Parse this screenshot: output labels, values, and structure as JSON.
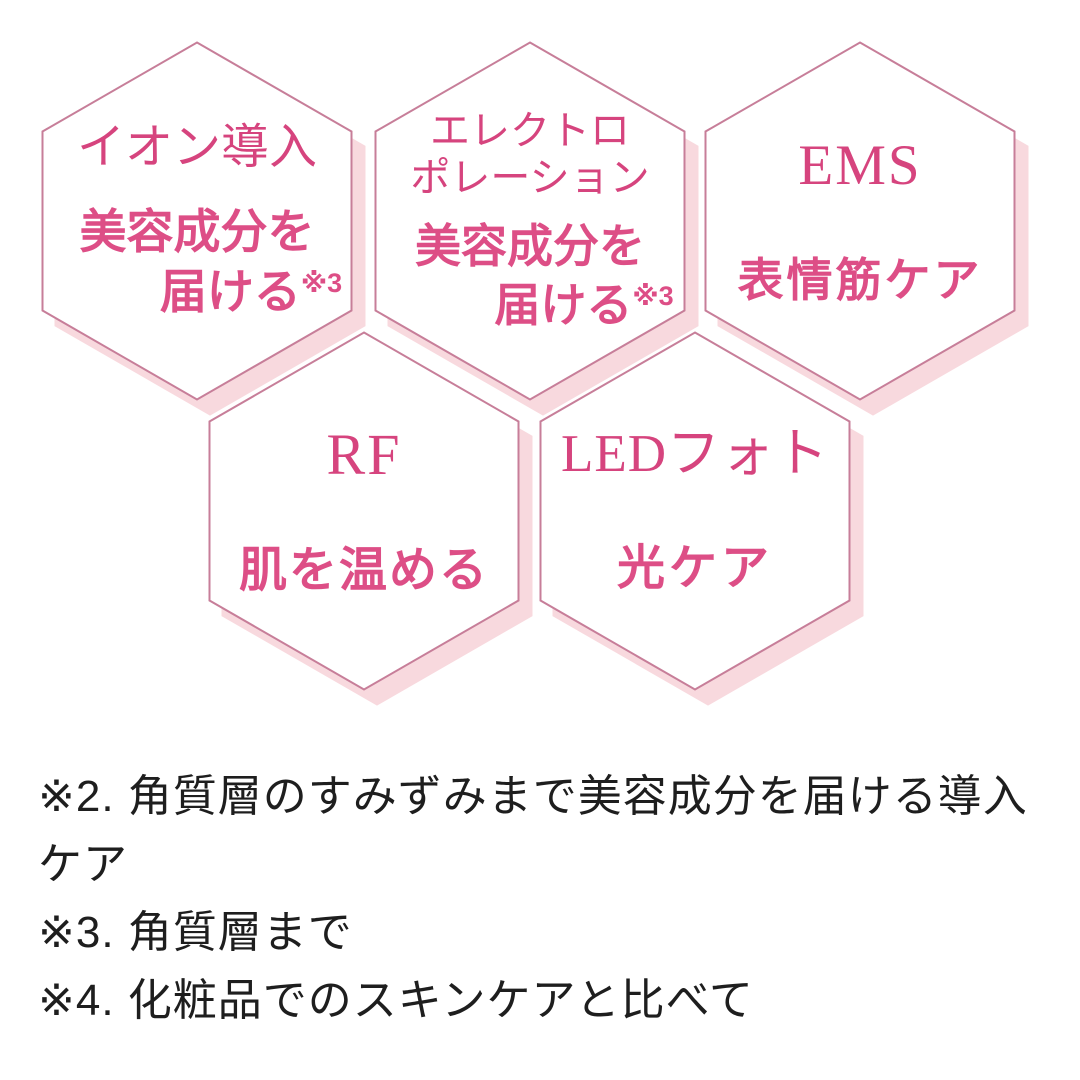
{
  "colors": {
    "background": "#ffffff",
    "hexagon_fill": "#ffffff",
    "hexagon_stroke": "#c77e99",
    "hexagon_shadow": "#f8d9de",
    "heading_pink": "#d6447e",
    "body_pink": "#dd4e86",
    "footnote_text": "#1e1e1e"
  },
  "hexagons": [
    {
      "id": "ion",
      "heading_lines": [
        "イオン導入"
      ],
      "body_lines": [
        "美容成分を",
        "届ける"
      ],
      "ref": "※3"
    },
    {
      "id": "electroporation",
      "heading_lines": [
        "エレクトロ",
        "ポレーション"
      ],
      "body_lines": [
        "美容成分を",
        "届ける"
      ],
      "ref": "※3"
    },
    {
      "id": "ems",
      "heading_lines": [
        "EMS"
      ],
      "body_lines": [
        "表情筋ケア"
      ]
    },
    {
      "id": "rf",
      "heading_lines": [
        "RF"
      ],
      "body_lines": [
        "肌を温める"
      ]
    },
    {
      "id": "led",
      "heading_lines": [
        "LEDフォト"
      ],
      "body_lines": [
        "光ケア"
      ]
    }
  ],
  "footnotes": [
    "※2. 角質層のすみずみまで美容成分を届ける導入ケア",
    "※3. 角質層まで",
    "※4. 化粧品でのスキンケアと比べて"
  ]
}
